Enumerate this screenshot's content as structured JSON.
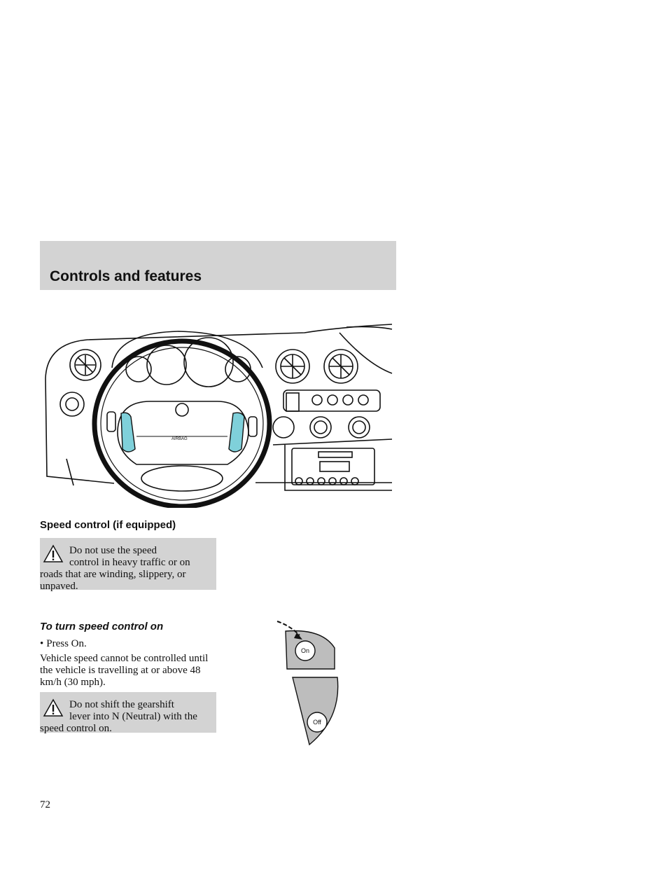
{
  "header": {
    "section_title": "Controls and features"
  },
  "dash": {
    "airbag_label": "AIRBAG"
  },
  "speed_control": {
    "heading": "Speed control (if equipped)",
    "warning_1": {
      "first_line": "Do not use the speed",
      "rest": "control in heavy traffic or on roads that are winding, slippery, or unpaved."
    },
    "subheading": "To turn speed control on",
    "bullet": "Press On.",
    "paragraph": "Vehicle speed cannot be controlled until the vehicle is travelling at or above 48 km/h (30 mph).",
    "warning_2": {
      "first_line": "Do not shift the gearshift",
      "rest": "lever into N (Neutral) with the speed control on."
    }
  },
  "switch": {
    "on_label": "On",
    "off_label": "Off"
  },
  "footer": {
    "page_number": "72"
  }
}
